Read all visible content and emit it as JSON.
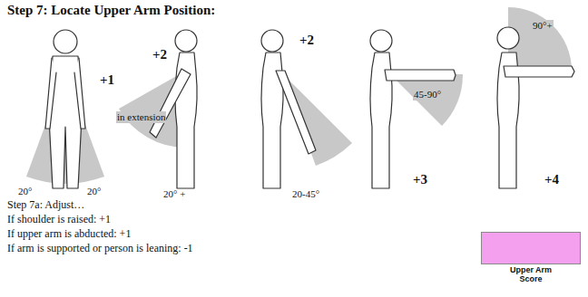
{
  "diagram": {
    "title": "Step 7: Locate Upper Arm Position:",
    "nodes": [
      {
        "text": [
          "Upper Arm Score"
        ]
      }
    ],
    "labels": [
      "+1",
      "+2",
      "in extension",
      "20°",
      "20°",
      "+2",
      "20° +",
      "20-45°",
      "45-90°",
      "+3",
      "90°+",
      "+4",
      "Step 7a: Adjust…",
      "If shoulder is raised: +1",
      "If upper arm is abducted: +1",
      "If arm is supported or person is leaning: -1"
    ]
  }
}
